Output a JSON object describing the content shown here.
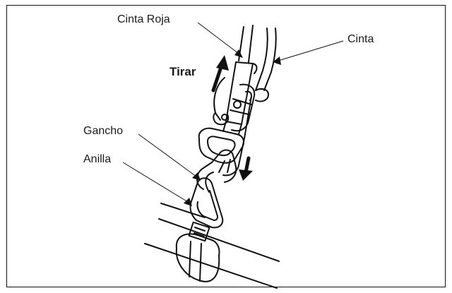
{
  "labels": {
    "red_strap": "Cinta Roja",
    "strap": "Cinta",
    "pull": "Tirar",
    "hook": "Gancho",
    "ring": "Anilla"
  },
  "colors": {
    "line": "#111111",
    "text": "#1a1a1a",
    "background": "#ffffff"
  }
}
